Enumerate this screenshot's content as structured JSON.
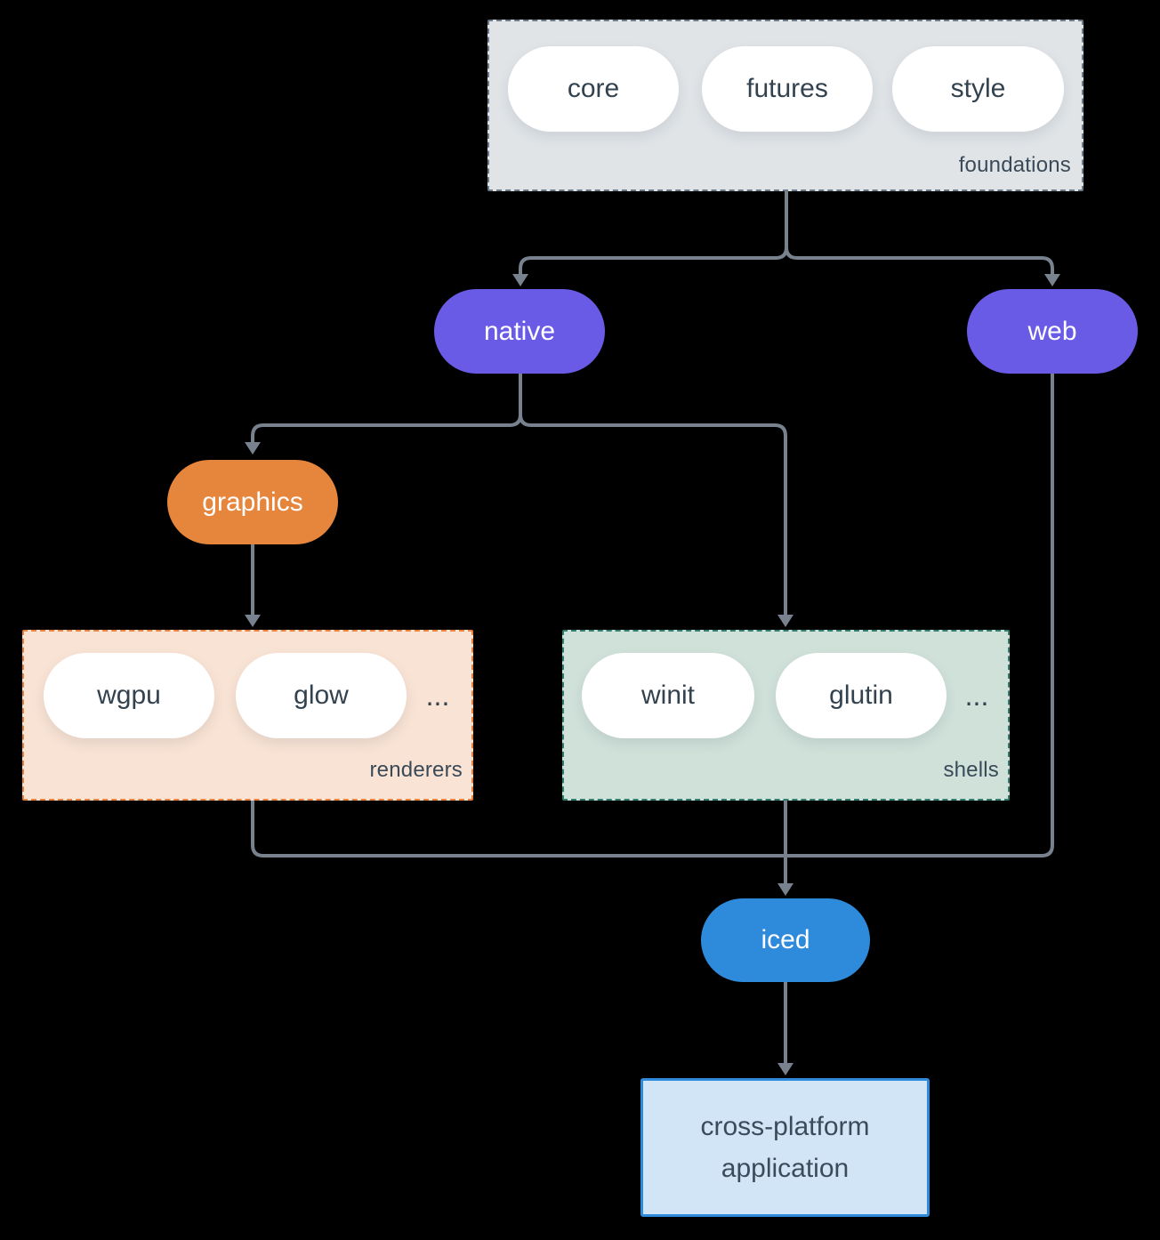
{
  "diagram": {
    "background": "#000000",
    "connector_color": "#78828f"
  },
  "groups": {
    "foundations": {
      "label": "foundations",
      "fill": "#e0e4e7",
      "border": "#6b7b8a",
      "pills": [
        {
          "label": "core"
        },
        {
          "label": "futures"
        },
        {
          "label": "style"
        }
      ]
    },
    "renderers": {
      "label": "renderers",
      "fill": "#f9e3d4",
      "border": "#e8823e",
      "pills": [
        {
          "label": "wgpu"
        },
        {
          "label": "glow"
        }
      ],
      "ellipsis": "..."
    },
    "shells": {
      "label": "shells",
      "fill": "#d0e1da",
      "border": "#2e7d6e",
      "pills": [
        {
          "label": "winit"
        },
        {
          "label": "glutin"
        }
      ],
      "ellipsis": "..."
    }
  },
  "nodes": {
    "native": {
      "label": "native",
      "fill": "#6a5be6"
    },
    "web": {
      "label": "web",
      "fill": "#6a5be6"
    },
    "graphics": {
      "label": "graphics",
      "fill": "#e6853c"
    },
    "iced": {
      "label": "iced",
      "fill": "#2e8bdc"
    },
    "application": {
      "label": "cross-platform application",
      "line1": "cross-platform",
      "line2": "application",
      "fill": "#d2e5f6",
      "border": "#2e8bdc"
    }
  }
}
